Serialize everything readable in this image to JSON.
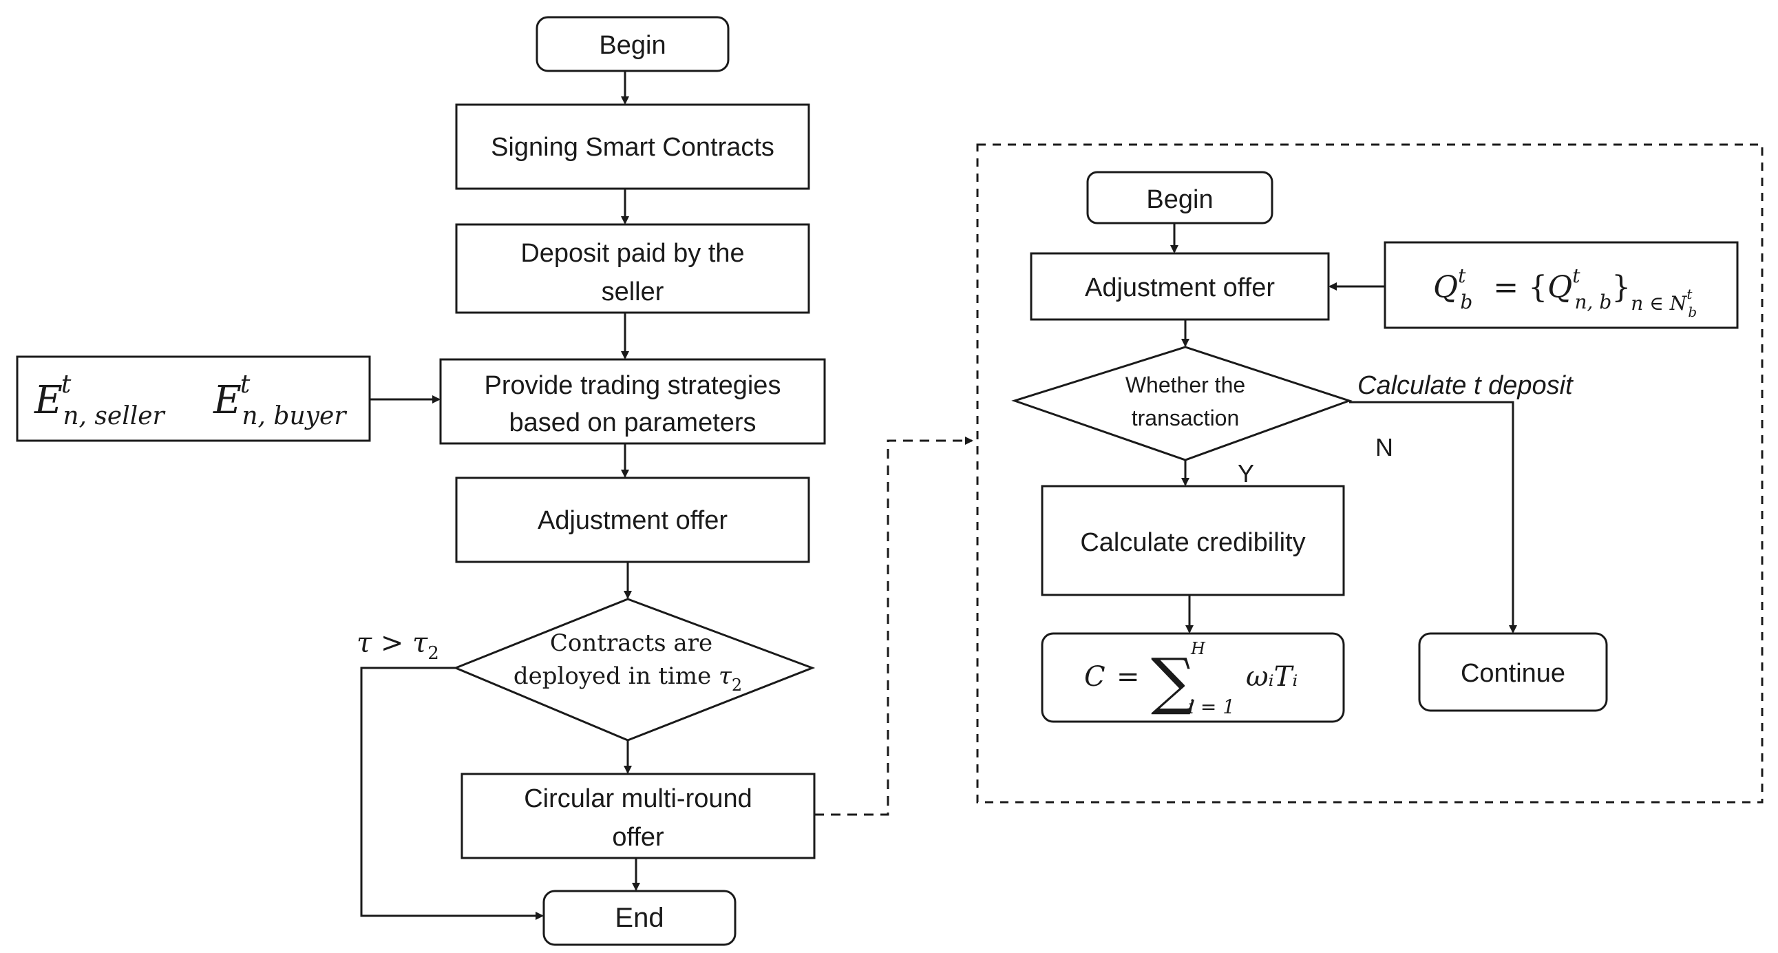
{
  "left_flow": {
    "begin": "Begin",
    "signing": "Signing Smart Contracts",
    "deposit_line1": "Deposit paid by the",
    "deposit_line2": "seller",
    "strategies_line1": "Provide trading strategies",
    "strategies_line2": "based on parameters",
    "adjustment": "Adjustment offer",
    "decision_line1": "Contracts are",
    "decision_line2": "deployed in time",
    "decision_tau": "τ",
    "decision_tau_sub": "2",
    "circular_line1": "Circular multi-round",
    "circular_line2": "offer",
    "end": "End",
    "timeout_tau": "τ > τ",
    "timeout_sub": "2"
  },
  "energy_input": {
    "seller_E": "E",
    "seller_sup": "t",
    "seller_sub": "n, seller",
    "buyer_E": "E",
    "buyer_sup": "t",
    "buyer_sub": "n, buyer"
  },
  "right_flow": {
    "begin": "Begin",
    "adjustment": "Adjustment offer",
    "decision_line1": "Whether the",
    "decision_line2": "transaction",
    "calc_deposit": "Calculate t deposit",
    "no_label": "N",
    "yes_label": "Y",
    "credibility": "Calculate credibility",
    "continue": "Continue",
    "formula_C": "C",
    "formula_eq": "=",
    "formula_sum": "∑",
    "formula_upper": "H",
    "formula_lower": "i = 1",
    "formula_term": "ωᵢTᵢ",
    "q_lhs": "Q",
    "q_lhs_sup": "t",
    "q_lhs_sub": "b",
    "q_eq": "= {",
    "q_inner": "Q",
    "q_inner_sup": "t",
    "q_inner_sub": "n, b",
    "q_close": "}",
    "q_index": "n ∈ N",
    "q_index_sup": "t",
    "q_index_sub": "b"
  }
}
